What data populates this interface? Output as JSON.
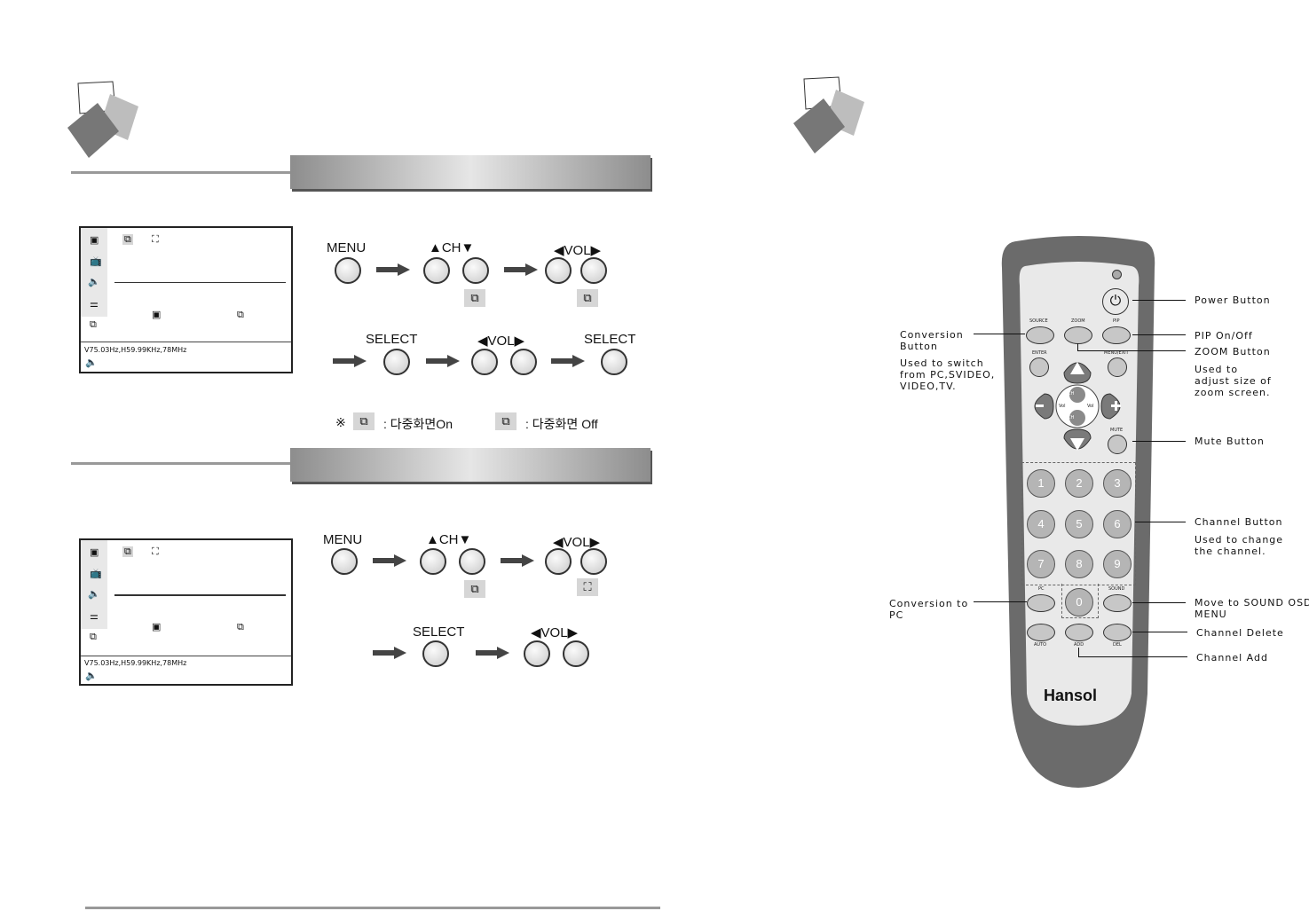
{
  "flow1": {
    "menu": "MENU",
    "ch": "▲CH▼",
    "vol": "◀VOL▶",
    "select1": "SELECT",
    "vol2": "◀VOL▶",
    "select2": "SELECT"
  },
  "note": {
    "mark": "※",
    "on_text": ": 다중화면On",
    "off_text": ": 다중화면 Off"
  },
  "flow2": {
    "menu": "MENU",
    "ch": "▲CH▼",
    "vol": "◀VOL▶",
    "select": "SELECT",
    "vol2": "◀VOL▶"
  },
  "osd": {
    "freq": "V75.03Hz,H59.99KHz,78MHz"
  },
  "remote": {
    "brand": "Hansol",
    "keys": {
      "source": "SOURCE",
      "zoom": "ZOOM",
      "pip": "PIP",
      "enter": "ENTER",
      "menu_exit": "MENU/EXIT",
      "mute": "MUTE",
      "pc": "PC",
      "sound": "SOUND",
      "auto": "AUTO",
      "add": "ADD",
      "del": "DEL",
      "ch": "CH",
      "vol": "Vol",
      "minus": "-",
      "plus": "+",
      "numbers": [
        "1",
        "2",
        "3",
        "4",
        "5",
        "6",
        "7",
        "8",
        "9",
        "0"
      ]
    },
    "labels": {
      "power": "Power Button",
      "pip": "PIP On/Off",
      "zoom": "ZOOM Button",
      "zoom_desc": "Used to\nadjust size of\nzoom screen.",
      "mute": "Mute Button",
      "channel": "Channel Button",
      "channel_desc": "Used to change\nthe channel.",
      "sound": "Move to SOUND OSD\nMENU",
      "delete": "Channel Delete",
      "add": "Channel Add",
      "conversion": "Conversion\nButton",
      "conversion_desc": "Used to switch\nfrom PC,SVIDEO,\nVIDEO,TV.",
      "conversion_pc": "Conversion to\nPC"
    }
  }
}
